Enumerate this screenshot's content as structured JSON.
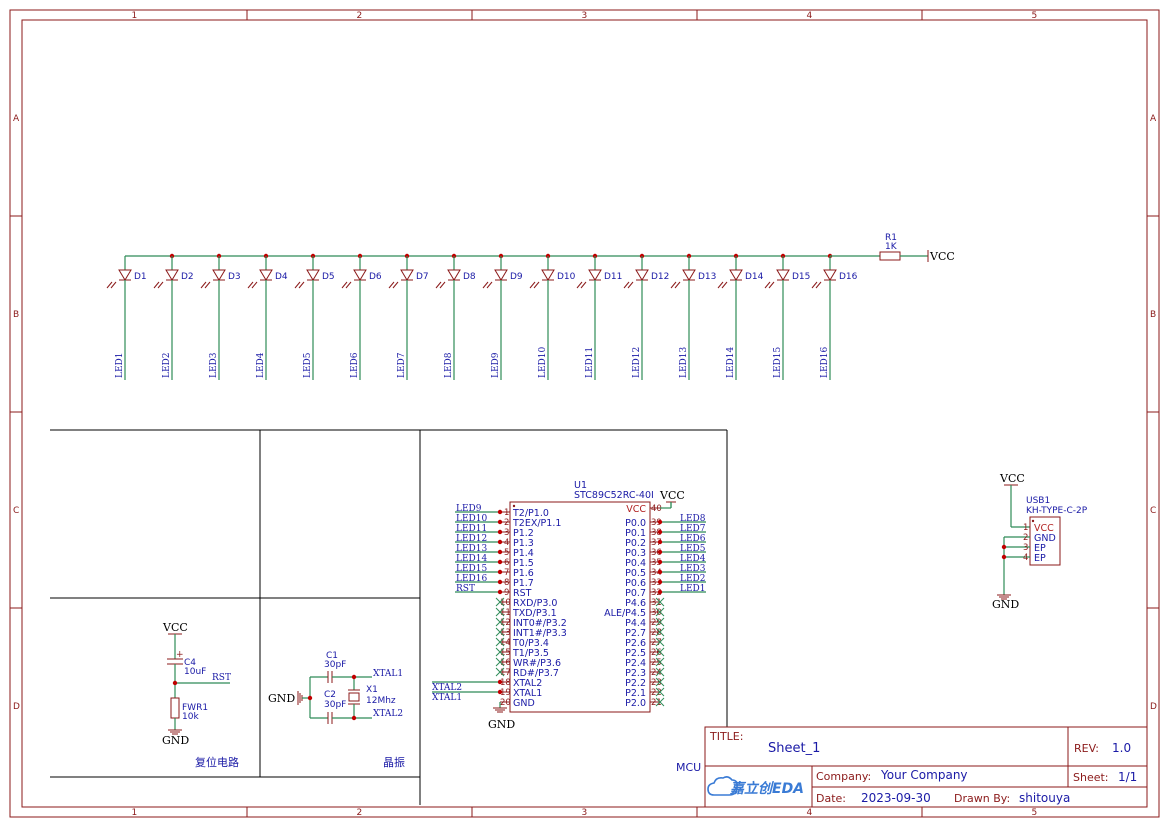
{
  "border": {
    "columns": [
      "1",
      "2",
      "3",
      "4",
      "5"
    ],
    "rows": [
      "A",
      "B",
      "C",
      "D"
    ]
  },
  "led_array": {
    "leds": [
      {
        "ref": "D1",
        "net": "LED1"
      },
      {
        "ref": "D2",
        "net": "LED2"
      },
      {
        "ref": "D3",
        "net": "LED3"
      },
      {
        "ref": "D4",
        "net": "LED4"
      },
      {
        "ref": "D5",
        "net": "LED5"
      },
      {
        "ref": "D6",
        "net": "LED6"
      },
      {
        "ref": "D7",
        "net": "LED7"
      },
      {
        "ref": "D8",
        "net": "LED8"
      },
      {
        "ref": "D9",
        "net": "LED9"
      },
      {
        "ref": "D10",
        "net": "LED10"
      },
      {
        "ref": "D11",
        "net": "LED11"
      },
      {
        "ref": "D12",
        "net": "LED12"
      },
      {
        "ref": "D13",
        "net": "LED13"
      },
      {
        "ref": "D14",
        "net": "LED14"
      },
      {
        "ref": "D15",
        "net": "LED15"
      },
      {
        "ref": "D16",
        "net": "LED16"
      }
    ],
    "resistor_ref": "R1",
    "resistor_value": "1K",
    "power": "VCC"
  },
  "mcu": {
    "ref": "U1",
    "part": "STC89C52RC-40I",
    "vcc": "VCC",
    "gnd": "GND",
    "left_pins": [
      {
        "num": "1",
        "name": "T2/P1.0",
        "net": "LED9"
      },
      {
        "num": "2",
        "name": "T2EX/P1.1",
        "net": "LED10"
      },
      {
        "num": "3",
        "name": "P1.2",
        "net": "LED11"
      },
      {
        "num": "4",
        "name": "P1.3",
        "net": "LED12"
      },
      {
        "num": "5",
        "name": "P1.4",
        "net": "LED13"
      },
      {
        "num": "6",
        "name": "P1.5",
        "net": "LED14"
      },
      {
        "num": "7",
        "name": "P1.6",
        "net": "LED15"
      },
      {
        "num": "8",
        "name": "P1.7",
        "net": "LED16"
      },
      {
        "num": "9",
        "name": "RST",
        "net": "RST"
      },
      {
        "num": "10",
        "name": "RXD/P3.0",
        "net": ""
      },
      {
        "num": "11",
        "name": "TXD/P3.1",
        "net": ""
      },
      {
        "num": "12",
        "name": "INT0#/P3.2",
        "net": ""
      },
      {
        "num": "13",
        "name": "INT1#/P3.3",
        "net": ""
      },
      {
        "num": "14",
        "name": "T0/P3.4",
        "net": ""
      },
      {
        "num": "15",
        "name": "T1/P3.5",
        "net": ""
      },
      {
        "num": "16",
        "name": "WR#/P3.6",
        "net": ""
      },
      {
        "num": "17",
        "name": "RD#/P3.7",
        "net": ""
      },
      {
        "num": "18",
        "name": "XTAL2",
        "net": "XTAL2"
      },
      {
        "num": "19",
        "name": "XTAL1",
        "net": "XTAL1"
      },
      {
        "num": "20",
        "name": "GND",
        "net": ""
      }
    ],
    "right_pins": [
      {
        "num": "40",
        "name": "VCC",
        "net": ""
      },
      {
        "num": "39",
        "name": "P0.0",
        "net": "LED8"
      },
      {
        "num": "38",
        "name": "P0.1",
        "net": "LED7"
      },
      {
        "num": "37",
        "name": "P0.2",
        "net": "LED6"
      },
      {
        "num": "36",
        "name": "P0.3",
        "net": "LED5"
      },
      {
        "num": "35",
        "name": "P0.4",
        "net": "LED4"
      },
      {
        "num": "34",
        "name": "P0.5",
        "net": "LED3"
      },
      {
        "num": "33",
        "name": "P0.6",
        "net": "LED2"
      },
      {
        "num": "32",
        "name": "P0.7",
        "net": "LED1"
      },
      {
        "num": "31",
        "name": "P4.6",
        "net": ""
      },
      {
        "num": "30",
        "name": "ALE/P4.5",
        "net": ""
      },
      {
        "num": "29",
        "name": "P4.4",
        "net": ""
      },
      {
        "num": "28",
        "name": "P2.7",
        "net": ""
      },
      {
        "num": "27",
        "name": "P2.6",
        "net": ""
      },
      {
        "num": "26",
        "name": "P2.5",
        "net": ""
      },
      {
        "num": "25",
        "name": "P2.4",
        "net": ""
      },
      {
        "num": "24",
        "name": "P2.3",
        "net": ""
      },
      {
        "num": "23",
        "name": "P2.2",
        "net": ""
      },
      {
        "num": "22",
        "name": "P2.1",
        "net": ""
      },
      {
        "num": "21",
        "name": "P2.0",
        "net": ""
      }
    ],
    "block_label": "MCU"
  },
  "usb": {
    "ref": "USB1",
    "part": "KH-TYPE-C-2P",
    "vcc": "VCC",
    "gnd": "GND",
    "pins": [
      {
        "num": "1",
        "name": "VCC"
      },
      {
        "num": "2",
        "name": "GND"
      },
      {
        "num": "3",
        "name": "EP"
      },
      {
        "num": "4",
        "name": "EP"
      }
    ]
  },
  "reset": {
    "cap_ref": "C4",
    "cap_value": "10uF",
    "res_ref": "FWR1",
    "res_value": "10k",
    "vcc": "VCC",
    "gnd": "GND",
    "net": "RST",
    "block_label": "复位电路"
  },
  "crystal": {
    "c1_ref": "C1",
    "c1_value": "30pF",
    "c2_ref": "C2",
    "c2_value": "30pF",
    "x_ref": "X1",
    "x_value": "12Mhz",
    "gnd": "GND",
    "net1": "XTAL1",
    "net2": "XTAL2",
    "block_label": "晶振"
  },
  "title_block": {
    "title_label": "TITLE:",
    "title": "Sheet_1",
    "rev_label": "REV:",
    "rev": "1.0",
    "company_label": "Company:",
    "company": "Your Company",
    "sheet_label": "Sheet:",
    "sheet": "1/1",
    "date_label": "Date:",
    "date": "2023-09-30",
    "drawn_label": "Drawn By:",
    "drawn": "shitouya",
    "logo_text": "嘉立创EDA"
  }
}
